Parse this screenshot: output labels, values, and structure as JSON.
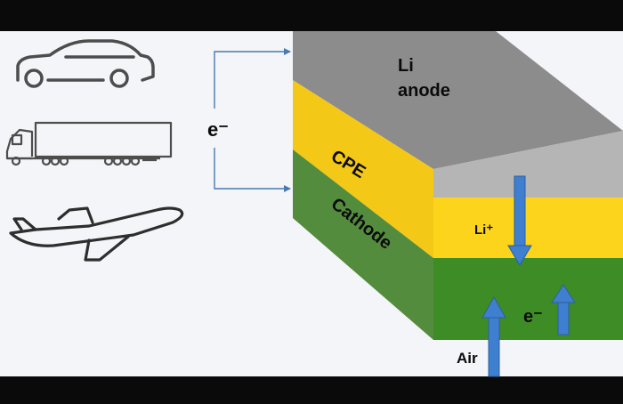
{
  "diagram": {
    "electron_label": "e⁻",
    "layers": {
      "anode": "Li\nanode",
      "electrolyte": "CPE",
      "cathode": "Cathode"
    },
    "ion_label": "Li⁺",
    "cathode_electron_label": "e⁻",
    "air_label": "Air",
    "vehicles": [
      "car-icon",
      "truck-icon",
      "airplane-icon"
    ],
    "colors": {
      "anode_top": "#8a8a8a",
      "anode_front": "#b3b3b3",
      "cpe_top": "#f2c514",
      "cpe_front": "#fcd31a",
      "cathode_top": "#4f8a3a",
      "cathode_front": "#3c8a23",
      "arrow": "#3f7fcf",
      "line": "#4a78b0"
    }
  }
}
